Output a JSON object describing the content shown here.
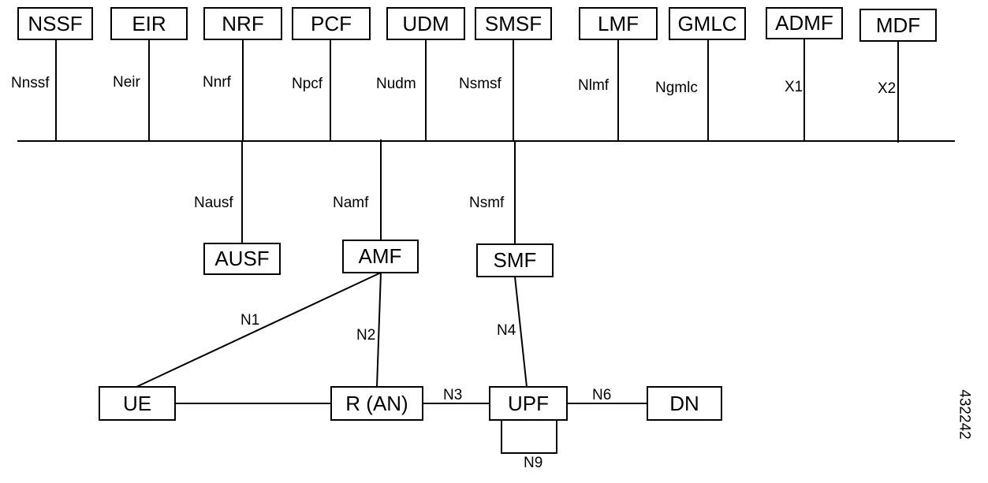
{
  "nodes": {
    "nssf": "NSSF",
    "eir": "EIR",
    "nrf": "NRF",
    "pcf": "PCF",
    "udm": "UDM",
    "smsf": "SMSF",
    "lmf": "LMF",
    "gmlc": "GMLC",
    "admf": "ADMF",
    "mdf": "MDF",
    "ausf": "AUSF",
    "amf": "AMF",
    "smf": "SMF",
    "ue": "UE",
    "ran": "R (AN)",
    "upf": "UPF",
    "dn": "DN"
  },
  "interfaces": {
    "nnssf": "Nnssf",
    "neir": "Neir",
    "nnrf": "Nnrf",
    "npcf": "Npcf",
    "nudm": "Nudm",
    "nsmsf": "Nsmsf",
    "nlmf": "Nlmf",
    "ngmlc": "Ngmlc",
    "x1": "X1",
    "x2": "X2",
    "nausf": "Nausf",
    "namf": "Namf",
    "nsmf": "Nsmf",
    "n1": "N1",
    "n2": "N2",
    "n3": "N3",
    "n4": "N4",
    "n6": "N6",
    "n9": "N9"
  },
  "figure_id": "432242"
}
